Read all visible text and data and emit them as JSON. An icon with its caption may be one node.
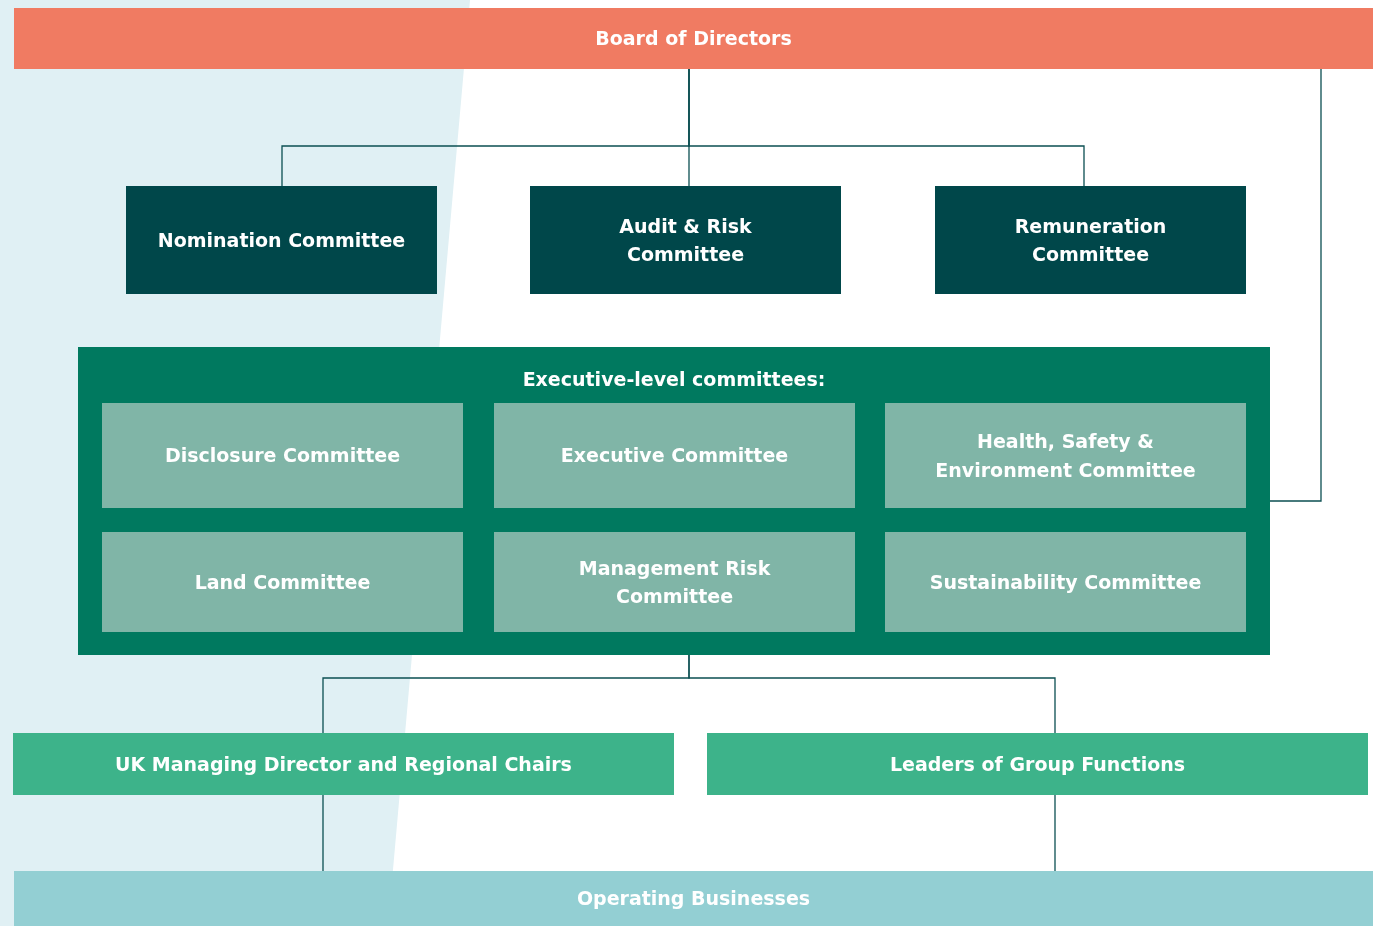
{
  "diagram": {
    "nodes": [
      {
        "text": [
          "Board of Directors"
        ]
      },
      {
        "text": [
          "Nomination Committee"
        ]
      },
      {
        "text": [
          "Audit & Risk Committee"
        ]
      },
      {
        "text": [
          "Remuneration Committee"
        ]
      },
      {
        "text": [
          "Executive-level committees:"
        ]
      },
      {
        "text": [
          "Disclosure Committee"
        ],
        "in": 4
      },
      {
        "text": [
          "Executive Committee"
        ],
        "in": 4
      },
      {
        "text": [
          "Health, Safety & Environment Committee"
        ],
        "in": 4
      },
      {
        "text": [
          "Land Committee"
        ],
        "in": 4
      },
      {
        "text": [
          "Management Risk Committee"
        ],
        "in": 4
      },
      {
        "text": [
          "Sustainability Committee"
        ],
        "in": 4
      },
      {
        "text": [
          "UK Managing Director and Regional Chairs"
        ]
      },
      {
        "text": [
          "Leaders of Group Functions"
        ]
      },
      {
        "text": [
          "Operating Businesses"
        ]
      }
    ],
    "edges": [
      {
        "from": 0,
        "to": 1,
        "arrow": "none"
      },
      {
        "from": 0,
        "to": 2,
        "arrow": "none"
      },
      {
        "from": 0,
        "to": 3,
        "arrow": "none"
      },
      {
        "from": 0,
        "to": 4,
        "arrow": "none"
      },
      {
        "from": 4,
        "to": 11,
        "arrow": "none"
      },
      {
        "from": 4,
        "to": 12,
        "arrow": "none"
      },
      {
        "from": 11,
        "to": 13,
        "arrow": "none"
      },
      {
        "from": 12,
        "to": 13,
        "arrow": "none"
      }
    ]
  }
}
